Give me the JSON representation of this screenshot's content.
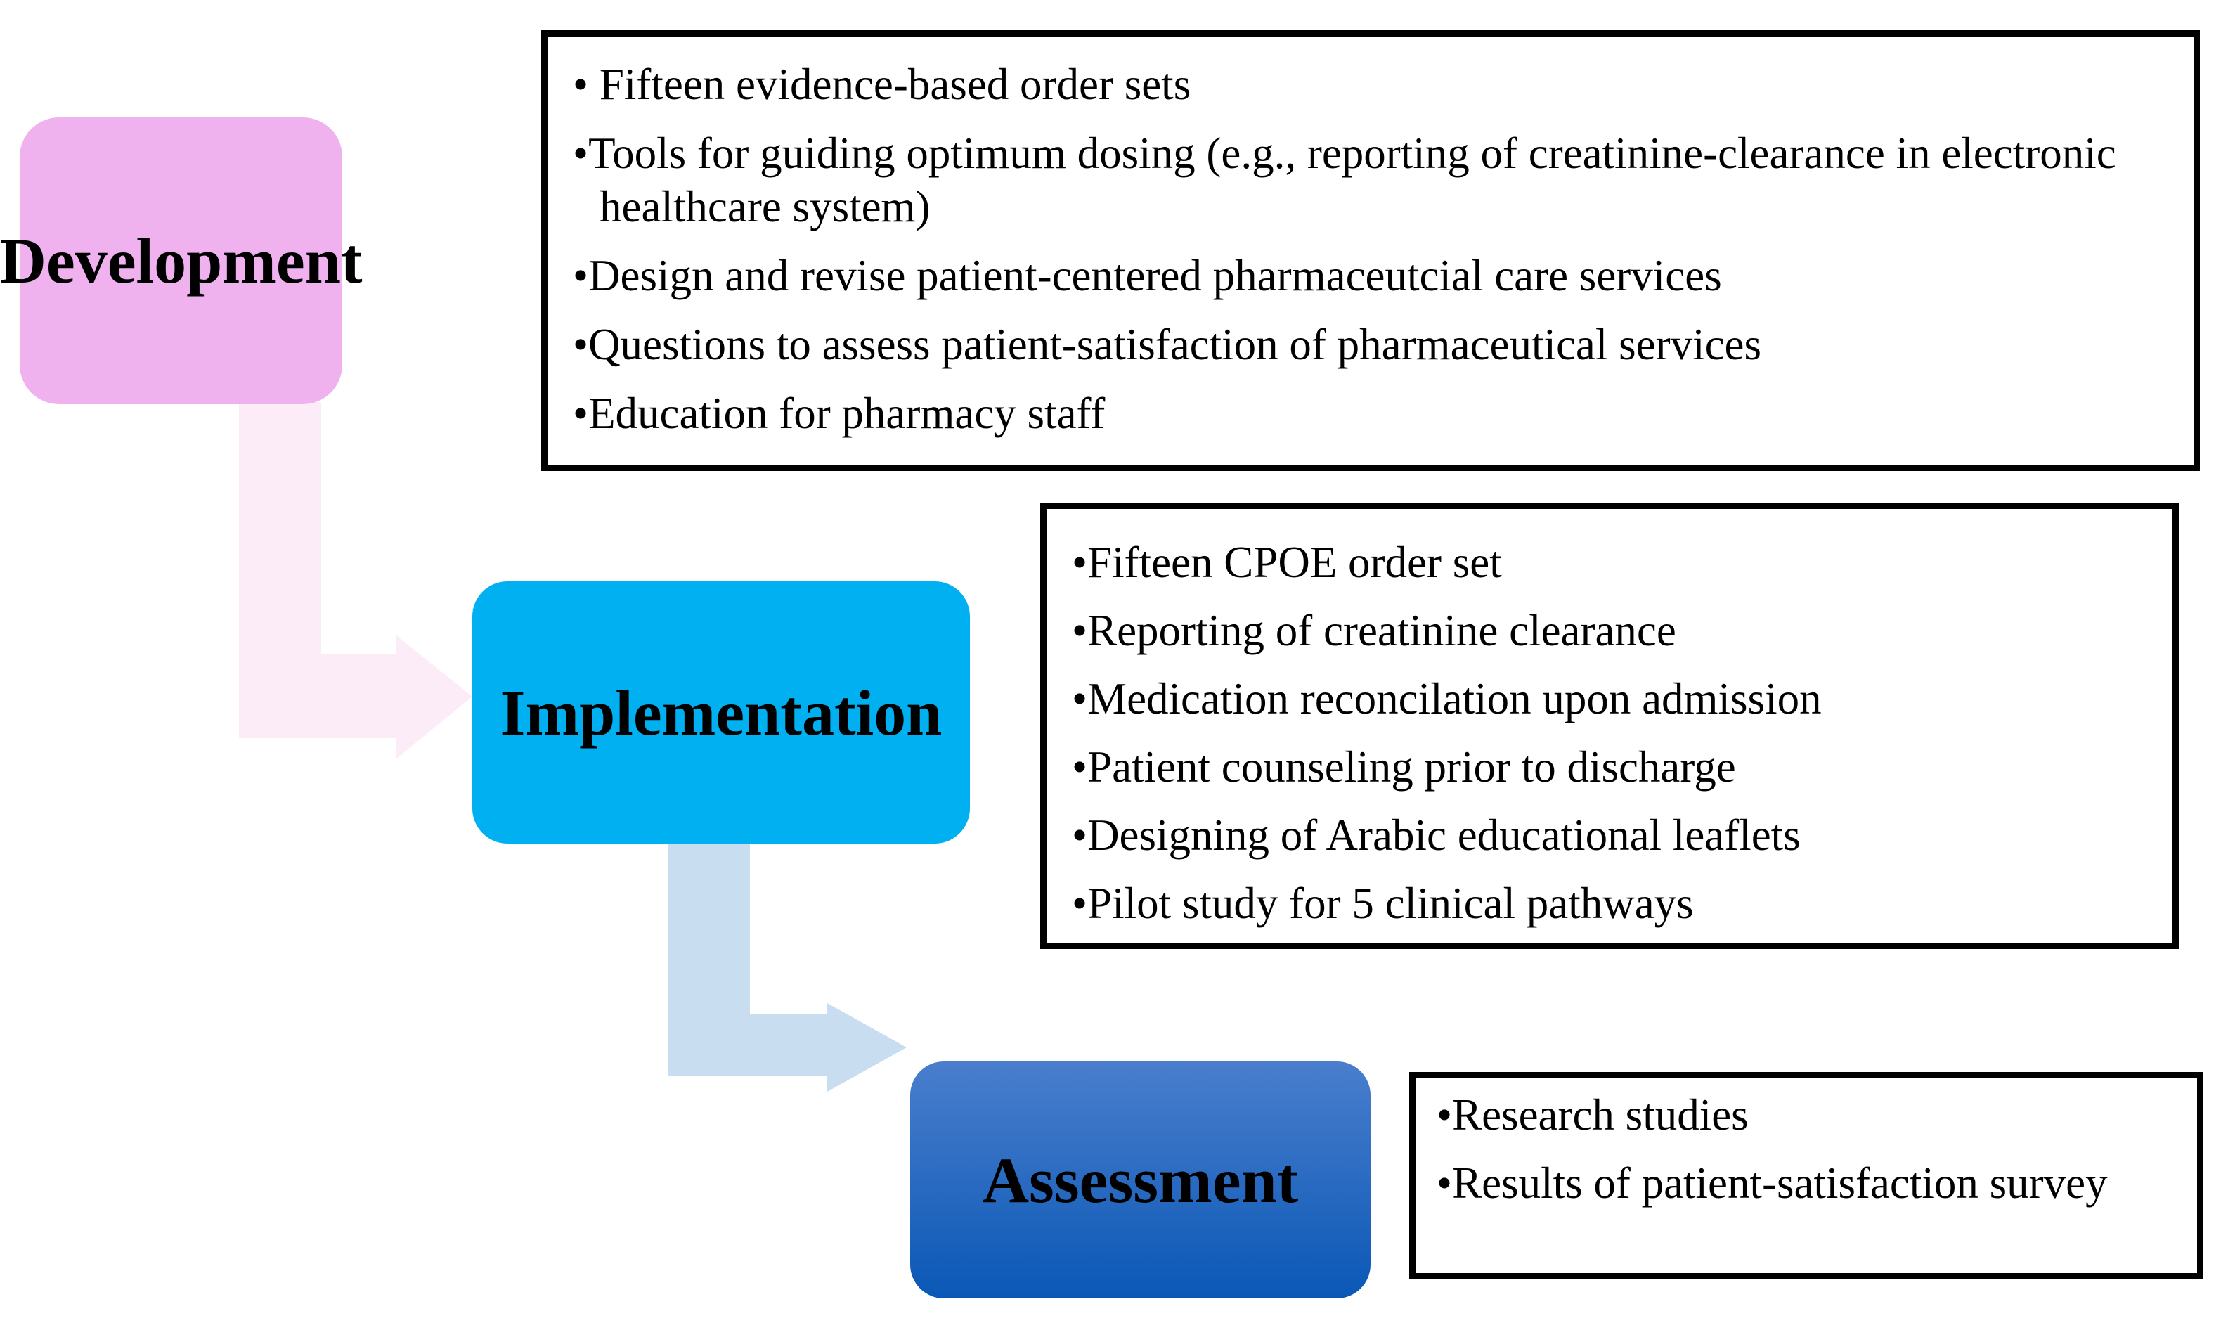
{
  "diagram_title": "Pharmacy services phases flow diagram",
  "bullet_char": "•",
  "colors": {
    "development_box": "#efb2ef",
    "implementation_box": "#00b0f0",
    "assessment_box_top": "#4a7ecd",
    "assessment_box_bottom": "#0a58b6",
    "arrow_development_to_implementation": "#fcecf8",
    "arrow_implementation_to_assessment": "#c9ddf1",
    "detail_box_border": "#000000",
    "text": "#000000"
  },
  "stages": [
    {
      "label": "Development",
      "details": [
        " Fifteen evidence-based order sets",
        "Tools for guiding optimum dosing (e.g., reporting of creatinine-clearance in electronic healthcare system)",
        "Design and revise patient-centered pharmaceutcial care services",
        "Questions to assess patient-satisfaction of pharmaceutical services",
        "Education for pharmacy staff"
      ]
    },
    {
      "label": "Implementation",
      "details": [
        "Fifteen CPOE order set",
        "Reporting of creatinine clearance",
        "Medication reconcilation upon admission",
        "Patient counseling prior to discharge",
        "Designing of Arabic educational leaflets",
        "Pilot study for 5 clinical pathways"
      ]
    },
    {
      "label": "Assessment",
      "details": [
        "Research studies",
        "Results of patient-satisfaction survey"
      ]
    }
  ]
}
